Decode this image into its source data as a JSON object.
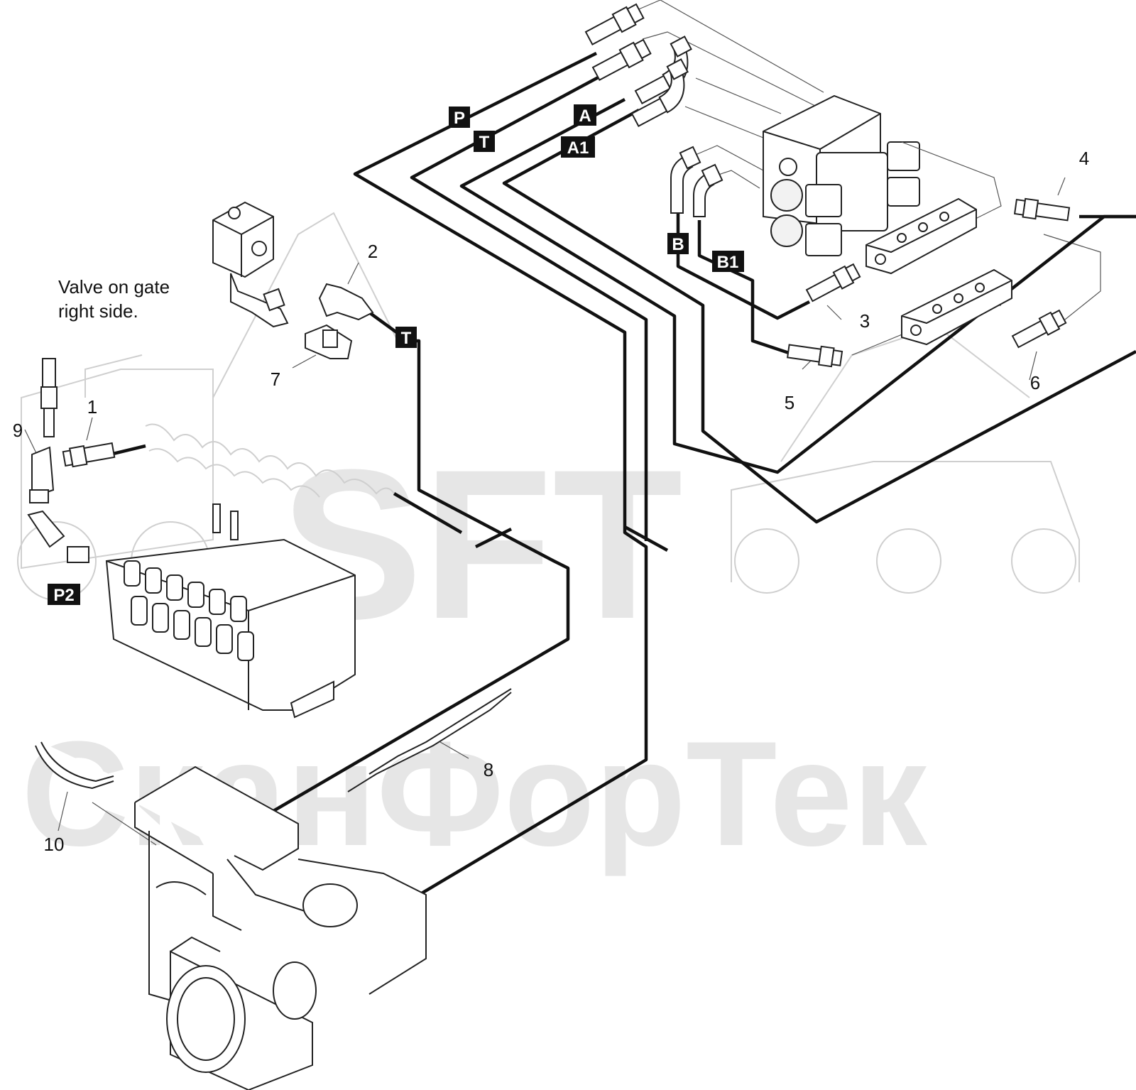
{
  "watermark": {
    "brand": "SFT",
    "name": "СканФорТек"
  },
  "note": {
    "line1": "Valve on gate",
    "line2": "right side."
  },
  "tags": {
    "p": "P",
    "t_top": "T",
    "a": "A",
    "a1": "A1",
    "b": "B",
    "b1": "B1",
    "t_mid": "T",
    "p2": "P2"
  },
  "callouts": {
    "c1": "1",
    "c2": "2",
    "c3": "3",
    "c4": "4",
    "c5": "5",
    "c6": "6",
    "c7": "7",
    "c8": "8",
    "c9": "9",
    "c10": "10"
  }
}
